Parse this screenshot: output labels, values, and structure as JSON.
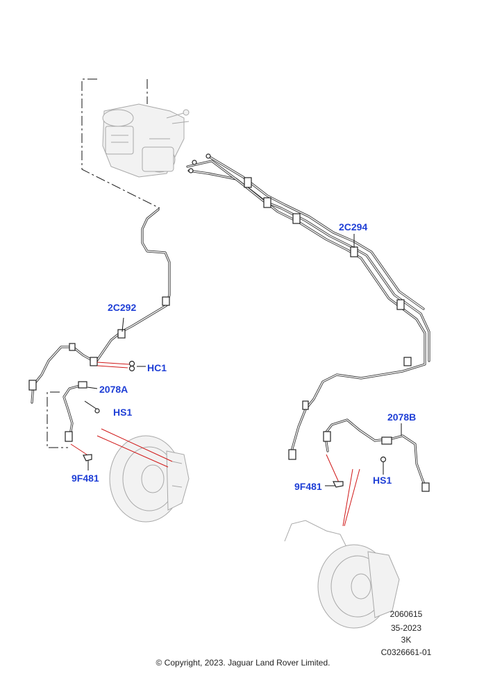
{
  "callouts": {
    "c2c294": "2C294",
    "c2c292": "2C292",
    "hc1": "HC1",
    "c2078a": "2078A",
    "hs1_left": "HS1",
    "c9f481_left": "9F481",
    "c2078b": "2078B",
    "c9f481_right": "9F481",
    "hs1_right": "HS1"
  },
  "meta": {
    "code": "2060615",
    "date": "35-2023",
    "rev": "3K",
    "ref": "C0326661-01"
  },
  "copyright": "© Copyright, 2023. Jaguar Land Rover Limited.",
  "colors": {
    "callout": "#1f3fd6",
    "leader_red": "#d01818"
  }
}
